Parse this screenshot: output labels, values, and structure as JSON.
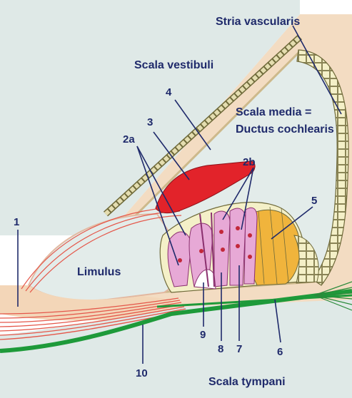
{
  "labels": {
    "stria_vascularis": "Stria vascularis",
    "scala_vestibuli": "Scala vestibuli",
    "scala_media_1": "Scala media =",
    "scala_media_2": "Ductus cochlearis",
    "limulus": "Limulus",
    "scala_tympani": "Scala tympani",
    "n1": "1",
    "n2a": "2a",
    "n2b": "2b",
    "n3": "3",
    "n4": "4",
    "n5": "5",
    "n6": "6",
    "n7": "7",
    "n8": "8",
    "n9": "9",
    "n10": "10"
  },
  "colors": {
    "background": "#ffffff",
    "bone_tissue": "#f3dcc2",
    "duct_fluid": "#e3ecea",
    "cell_fill": "#f4f0c8",
    "hair_cells": "#e7a9d6",
    "tectorial_membrane": "#e2232a",
    "basilar_membrane": "#1e9a3a",
    "nerve_fibers": "#e4574a",
    "supporting_cells": "#f0b43c",
    "label_text": "#1f2a6b"
  }
}
